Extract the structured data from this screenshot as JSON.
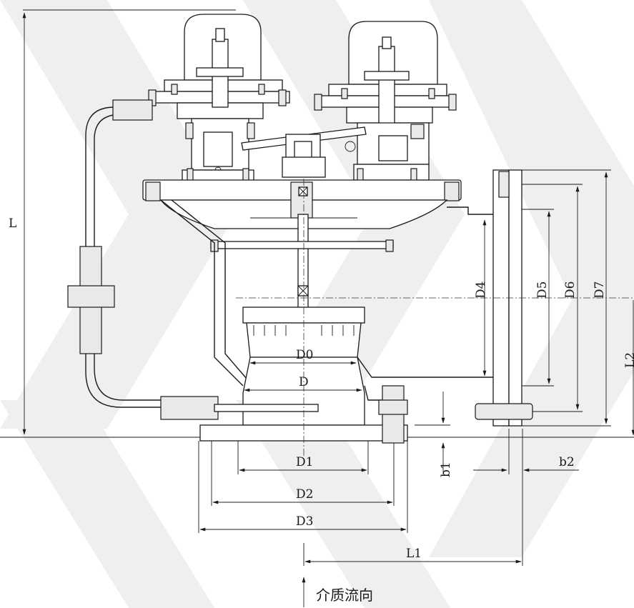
{
  "dimensions": {
    "L": "L",
    "D0": "D0",
    "D": "D",
    "D1": "D1",
    "D2": "D2",
    "D3": "D3",
    "D4": "D4",
    "D5": "D5",
    "D6": "D6",
    "D7": "D7",
    "L1": "L1",
    "L2": "L2",
    "b1": "b1",
    "b2": "b2"
  },
  "flow_direction_label": "介质流向",
  "colors": {
    "line": "#1a1a1a",
    "background": "#ffffff",
    "watermark": "#eeeeee"
  }
}
